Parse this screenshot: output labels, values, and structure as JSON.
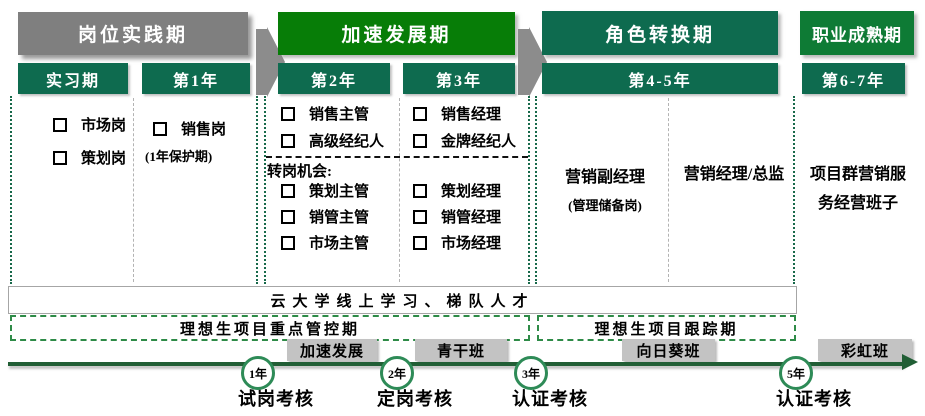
{
  "colors": {
    "bright_green": "#077D07",
    "dark_sea_green": "#0E6B4F",
    "mature_green": "#0E7B35",
    "header_gray": "#7F7F7F",
    "arrow_gray": "#8C8C8C",
    "class_box_gray": "#C3C3C3",
    "timeline_green": "#215E35",
    "circle_border_green": "#2E8B57",
    "dashed_border_green": "#2E8B47"
  },
  "stages": [
    {
      "title": "岗位实践期"
    },
    {
      "title": "加速发展期"
    },
    {
      "title": "角色转换期"
    },
    {
      "title": "职业成熟期"
    }
  ],
  "years": [
    {
      "label": "实习期"
    },
    {
      "label": "第1年"
    },
    {
      "label": "第2年"
    },
    {
      "label": "第3年"
    },
    {
      "label": "第4-5年"
    },
    {
      "label": "第6-7年"
    }
  ],
  "columns": {
    "intern": {
      "items": [
        "市场岗",
        "策划岗"
      ]
    },
    "year1": {
      "items": [
        "销售岗"
      ],
      "note": "(1年保护期)"
    },
    "year2": {
      "top_items": [
        "销售主管",
        "高级经纪人"
      ],
      "transfer_title": "转岗机会:",
      "bottom_items": [
        "策划主管",
        "销管主管",
        "市场主管"
      ]
    },
    "year3": {
      "top_items": [
        "销售经理",
        "金牌经纪人"
      ],
      "bottom_items": [
        "策划经理",
        "销管经理",
        "市场经理"
      ]
    },
    "year45": {
      "left_title": "营销副经理",
      "left_note": "(管理储备岗)",
      "right_title": "营销经理/总监"
    },
    "year67": {
      "text": "项目群营销服务经营班子"
    }
  },
  "bands": {
    "training": "云大学线上学习、梯队人才",
    "control": "理想生项目重点管控期",
    "tracking": "理想生项目跟踪期"
  },
  "timeline": {
    "classes": [
      "加速发展",
      "青干班",
      "向日葵班",
      "彩虹班"
    ],
    "milestones": [
      {
        "year": "1年",
        "label": "试岗考核"
      },
      {
        "year": "2年",
        "label": "定岗考核"
      },
      {
        "year": "3年",
        "label": "认证考核"
      },
      {
        "year": "5年",
        "label": "认证考核"
      }
    ]
  }
}
